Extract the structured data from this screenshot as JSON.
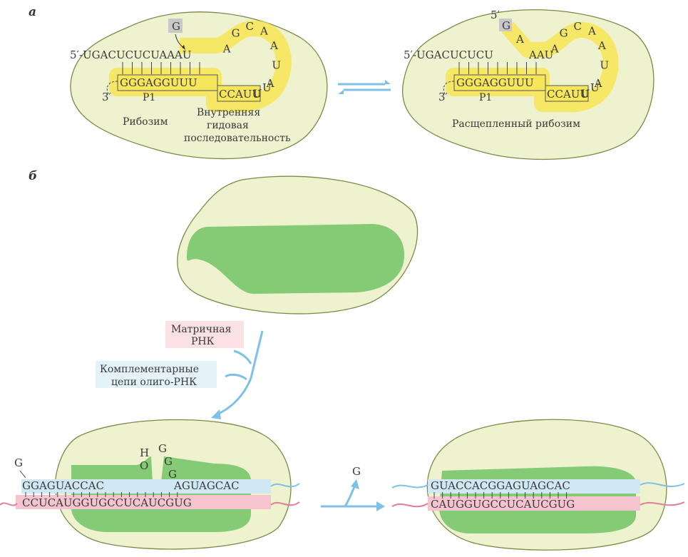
{
  "panel_a": {
    "letter": "а",
    "left": {
      "top_strand": "5′-UGACUCUCUAAAU",
      "loop": [
        "A",
        "G",
        "C",
        "A",
        "A",
        "U",
        "A",
        "U"
      ],
      "bottom_strand": "GGGAGGUUU",
      "bottom_tail": "CCAUU",
      "tail_u": "U",
      "g_box": "G",
      "three_prime": "3′",
      "p1": "P1",
      "label_ribozyme": "Рибозим",
      "label_igs_1": "Внутренняя",
      "label_igs_2": "гидовая",
      "label_igs_3": "последовательность"
    },
    "right": {
      "five_prime": "5′",
      "g_box": "G",
      "a_mid": "A",
      "top_strand": "5′-UGACUCUCU",
      "aau": "AAU",
      "loop": [
        "A",
        "G",
        "C",
        "A",
        "A",
        "U",
        "A",
        "U"
      ],
      "bottom_strand": "GGGAGGUUU",
      "bottom_tail": "CCAUU",
      "tail_u": "U",
      "three_prime": "3′",
      "p1": "P1",
      "label_cleaved": "Расщепленный рибозим"
    },
    "equilibrium_arrows": "⇄"
  },
  "panel_b": {
    "letter": "б",
    "label_mrna_1": "Матричная",
    "label_mrna_2": "РНК",
    "label_oligo_1": "Комплементарные",
    "label_oligo_2": "цепи олиго-РНК",
    "left_complex": {
      "g_top": "G",
      "top_left": "GGAGUACCAC",
      "ho_h": "H",
      "ho_o": "O",
      "gg_1": "G",
      "gg_2": "G",
      "gg_3": "G",
      "top_right": "AGUAGCAC",
      "bottom": "CCUCAUGGUGCCUCAUCGUG"
    },
    "released_g": "G",
    "right_complex": {
      "top": "GUACCACGGAGUAGCAC",
      "bottom": "CAUGGUGCCUCAUCGUG"
    }
  },
  "colors": {
    "cell_fill": "#eef2cf",
    "cell_stroke": "#7c8a46",
    "ribozyme_green": "#79c56a",
    "highlight_yellow": "#f7e65a",
    "mrna_pink": "#f6c4cf",
    "oligo_blue": "#cfe8f4",
    "arrow_blue": "#7fc0e6",
    "g_box_gray": "#c8c8c8"
  }
}
